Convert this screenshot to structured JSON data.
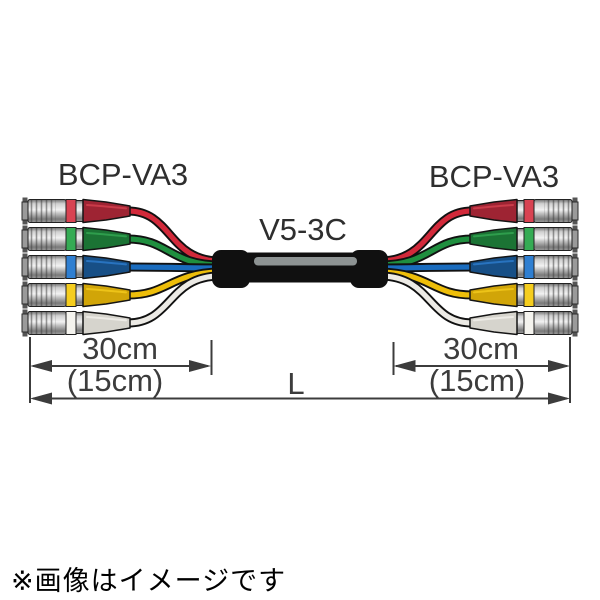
{
  "labels": {
    "left_connector": "BCP-VA3",
    "right_connector": "BCP-VA3",
    "center_cable": "V5-3C",
    "left_length": "30cm",
    "left_length_alt": "(15cm)",
    "right_length": "30cm",
    "right_length_alt": "(15cm)",
    "total_length": "L"
  },
  "caption": "※画像はイメージです",
  "connectors": [
    {
      "name": "red",
      "cable": "#d2293a",
      "boot": "#9e2433",
      "ring": "#d84352"
    },
    {
      "name": "green",
      "cable": "#1f8f3f",
      "boot": "#1b7334",
      "ring": "#35ab54"
    },
    {
      "name": "blue",
      "cable": "#1a6cbe",
      "boot": "#174f86",
      "ring": "#2f7fd1"
    },
    {
      "name": "yellow",
      "cable": "#eebe0a",
      "boot": "#d1a508",
      "ring": "#f5cd1e"
    },
    {
      "name": "white",
      "cable": "#eceae5",
      "boot": "#d6d4cd",
      "ring": "#f4f3ee"
    }
  ],
  "colors": {
    "background": "#ffffff",
    "dimension": "#3c3c3c",
    "label_text": "#2e2e2e",
    "outline": "#111111",
    "center_cable": "#101010",
    "cable_highlight": "#8d9393"
  }
}
